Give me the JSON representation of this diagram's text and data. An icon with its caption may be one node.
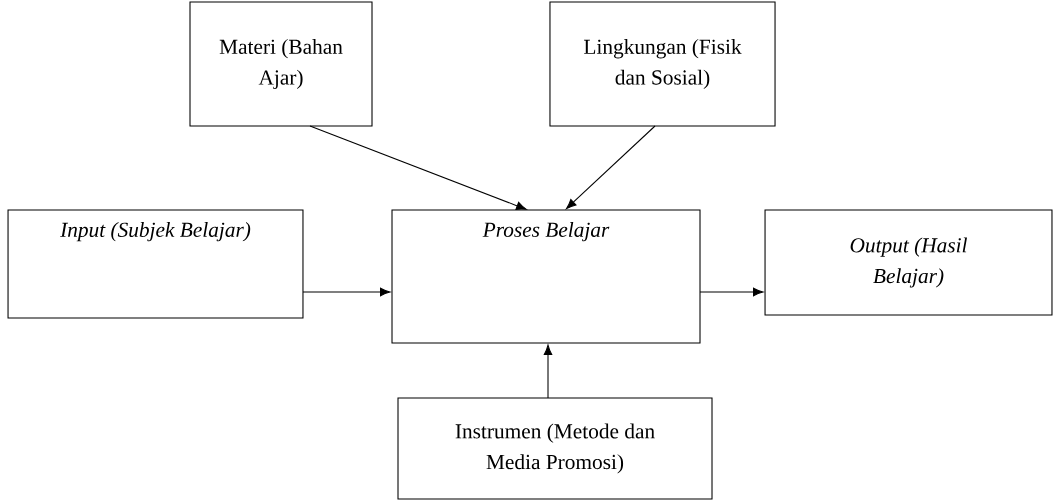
{
  "diagram": {
    "nodes": [
      {
        "text": [
          "Materi (Bahan Ajar)"
        ]
      },
      {
        "text": [
          "Lingkungan (Fisik dan Sosial)"
        ]
      },
      {
        "text": [
          "Input (Subjek Belajar)"
        ]
      },
      {
        "text": [
          "Proses Belajar"
        ]
      },
      {
        "text": [
          "Output (Hasil Belajar)"
        ]
      },
      {
        "text": [
          "Instrumen (Metode dan Media Promosi)"
        ]
      }
    ],
    "edges": [
      {
        "from": 0,
        "to": 3,
        "arrow": "to"
      },
      {
        "from": 1,
        "to": 3,
        "arrow": "to"
      },
      {
        "from": 2,
        "to": 3,
        "arrow": "to"
      },
      {
        "from": 3,
        "to": 4,
        "arrow": "to"
      },
      {
        "from": 5,
        "to": 3,
        "arrow": "to"
      }
    ]
  }
}
